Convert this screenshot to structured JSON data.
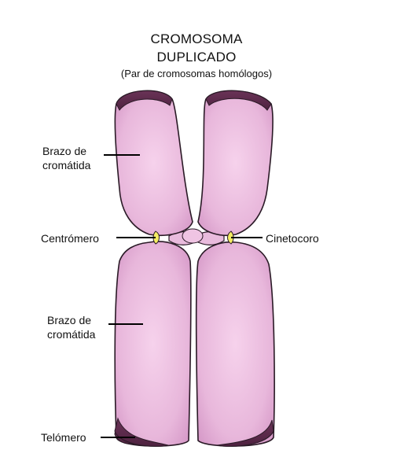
{
  "title_lines": [
    "CROMOSOMA",
    "DUPLICADO"
  ],
  "subtitle": "(Par de cromosomas homólogos)",
  "labels": {
    "arm_top": [
      "Brazo de",
      "cromátida"
    ],
    "centromere": "Centrómero",
    "kinetochore": "Cinetocoro",
    "arm_bottom": [
      "Brazo de",
      "cromátida"
    ],
    "telomere": "Telómero"
  },
  "colors": {
    "chromatid_fill": "#E7B5DA",
    "chromatid_inner": "#F2CBE8",
    "chromatid_outline": "#2A1A26",
    "telomere_cap": "#5B2A4B",
    "kinetochore": "#F4EC63",
    "label_line": "#000000"
  }
}
